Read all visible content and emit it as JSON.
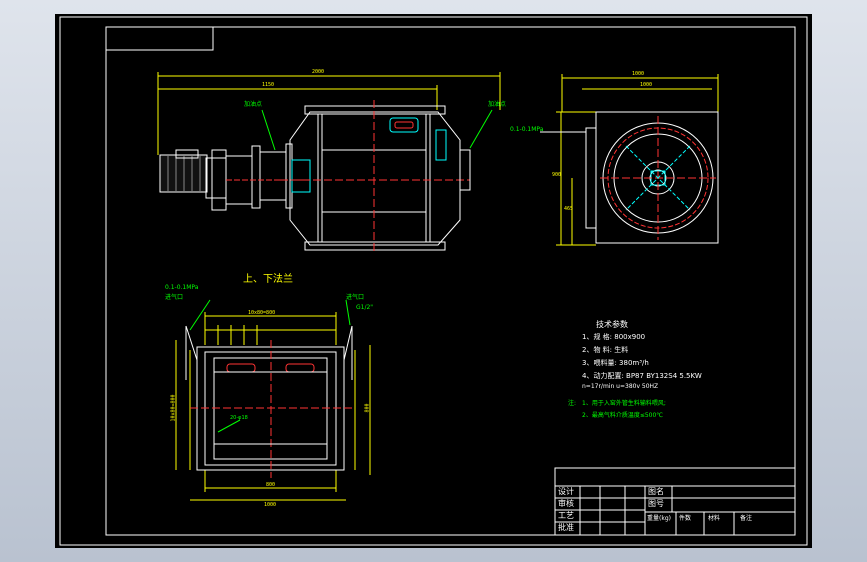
{
  "drawing": {
    "flange_view_title": "上、下法兰",
    "annotations": {
      "side_left_lube": "加油点",
      "side_right_lube": "加油点",
      "end_air_pressure": "0.1-0.1MPa",
      "flange_left_pressure": "0.1-0.1MPa",
      "flange_left_inlet": "进气口",
      "flange_right_inlet": "进气口",
      "flange_right_thread": "G1/2\"",
      "flange_bolts": "20-φ18"
    },
    "dimensions": {
      "side_overall": "2000",
      "side_partial": "1150",
      "end_width_outer": "1000",
      "end_width_inner": "1000",
      "end_height": "900",
      "end_height_half": "465",
      "flange_top": "10x80=800",
      "flange_bottom_inner": "800",
      "flange_bottom_outer": "1000",
      "flange_left": "10x80=800",
      "flange_right": "800"
    },
    "tech_params": {
      "title": "技术参数",
      "lines": [
        "1、规   格:  800x900",
        "2、物   料:  生料",
        "3、喂料量:  380m³/h",
        "4、动力配置:  BP87    BY132S4    5.5KW",
        "            n=17r/min   u=380v   50HZ"
      ]
    },
    "notes": {
      "label": "注:",
      "lines": [
        "1、用于入窑外管生料输料喂风;",
        "2、最高气料介质温度≤500℃"
      ]
    },
    "title_block": {
      "rows": [
        "设计",
        "审核",
        "工艺",
        "批准"
      ],
      "drawing_name_label": "图名",
      "drawing_number_label": "图号",
      "bottom_labels": [
        "重量(kg)",
        "件数",
        "材料",
        "备注"
      ]
    }
  },
  "colors": {
    "background": "#000000",
    "frame": "#ffffff",
    "part_outline": "#ffffff",
    "center_line": "#ff3030",
    "dimension": "#ffff00",
    "hidden_line": "#00ffff",
    "annotation": "#00ff00"
  }
}
